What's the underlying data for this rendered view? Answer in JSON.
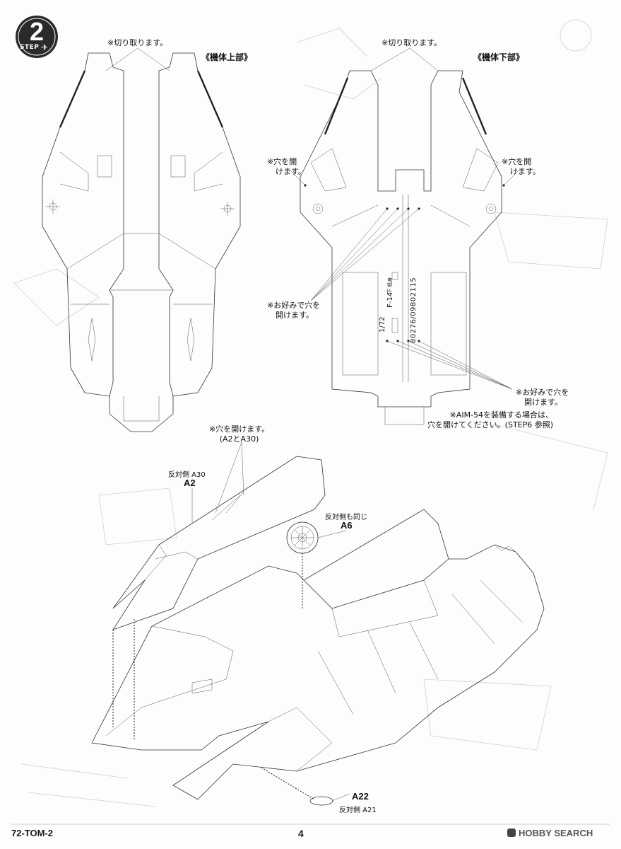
{
  "step": {
    "label": "STEP",
    "number": "2"
  },
  "top_view": {
    "title": "《機体上部》",
    "cut_note": "※切り取ります。"
  },
  "bottom_view": {
    "title": "《機体下部》",
    "cut_note": "※切り取ります。",
    "hole_note_left_1": "※穴を開",
    "hole_note_left_2": "けます。",
    "hole_note_right_1": "※穴を開",
    "hole_note_right_2": "けます。",
    "optional_hole_left_1": "※お好みで穴を",
    "optional_hole_left_2": "開けます。",
    "optional_hole_right_1": "※お好みで穴を",
    "optional_hole_right_2": "開けます。",
    "aim54_note_1": "※AIM-54を装備する場合は、",
    "aim54_note_2": "穴を開けてください。(STEP6 参照)",
    "molded_text": [
      "1/72",
      "F-14",
      "80276/09802115",
      "下 机身"
    ]
  },
  "assembly": {
    "hole_note_1": "※穴を開けます。",
    "hole_note_2": "(A2とA30)",
    "opposite_a30": "反対側 A30",
    "part_a2": "A2",
    "same_opposite": "反対側も同じ",
    "part_a6": "A6",
    "part_a22": "A22",
    "opposite_a21": "反対側 A21"
  },
  "footer": {
    "code": "72-TOM-2",
    "page": "4",
    "watermark": "HOBBY SEARCH"
  }
}
